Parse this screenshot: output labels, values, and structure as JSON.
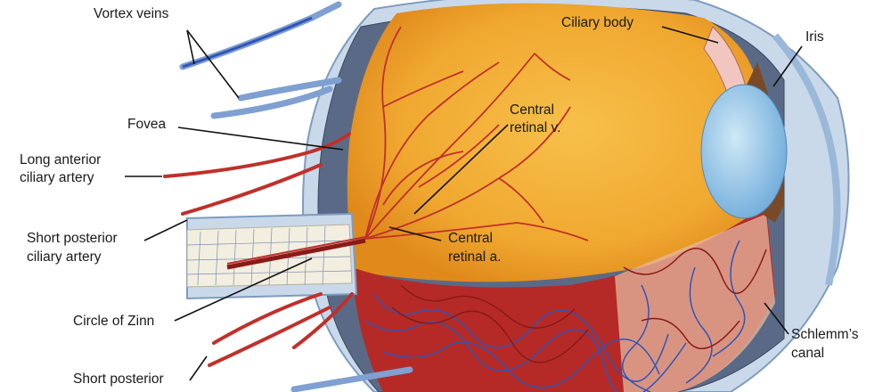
{
  "labels": {
    "vortex_veins": "Vortex veins",
    "fovea": "Fovea",
    "long_anterior_1": "Long anterior",
    "long_anterior_2": "ciliary artery",
    "short_posterior_1": "Short posterior",
    "short_posterior_2": "ciliary artery",
    "circle_of_zinn": "Circle of Zinn",
    "short_posterior_bottom": "Short posterior",
    "ciliary_body": "Ciliary body",
    "iris": "Iris",
    "central_retinal_v_1": "Central",
    "central_retinal_v_2": "retinal v.",
    "central_retinal_a_1": "Central",
    "central_retinal_a_2": "retinal a.",
    "schlemm_1": "Schlemm’s",
    "schlemm_2": "canal"
  },
  "colors": {
    "vitreous": "#f0a830",
    "artery": "#c0302a",
    "vein": "#2f55b8",
    "sclera": "#c9d9ea",
    "iris": "#7a4a28",
    "lens": "#7fb8e0"
  }
}
